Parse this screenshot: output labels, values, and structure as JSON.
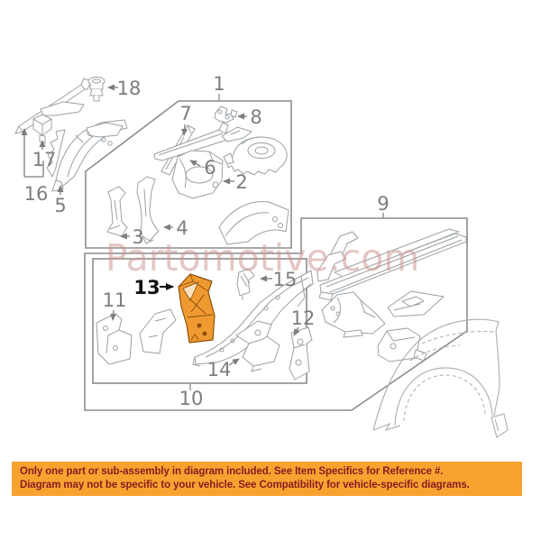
{
  "watermark": {
    "text": "Partomotive.com",
    "color": "#cf9a96"
  },
  "diagram": {
    "highlighted_part": "13",
    "highlight_color": "#EF9A31",
    "highlight_stroke": "#8A5008",
    "line_color": "#9AA0A5",
    "box_color": "#8C8C8C",
    "label_color": "#7D7D7D",
    "labels": {
      "p1": "1",
      "p2": "2",
      "p3": "3",
      "p4": "4",
      "p5": "5",
      "p6": "6",
      "p7": "7",
      "p8": "8",
      "p9": "9",
      "p10": "10",
      "p11": "11",
      "p12": "12",
      "p13": "13",
      "p14": "14",
      "p15": "15",
      "p16": "16",
      "p17": "17",
      "p18": "18"
    }
  },
  "banner": {
    "bg_color": "#F6A330",
    "text_color": "#8B1B20",
    "line1": "Only one part or sub-assembly in diagram included. See Item Specifics for Reference #.",
    "line2": "Diagram may not be specific to your vehicle. See Compatibility for vehicle-specific diagrams."
  }
}
